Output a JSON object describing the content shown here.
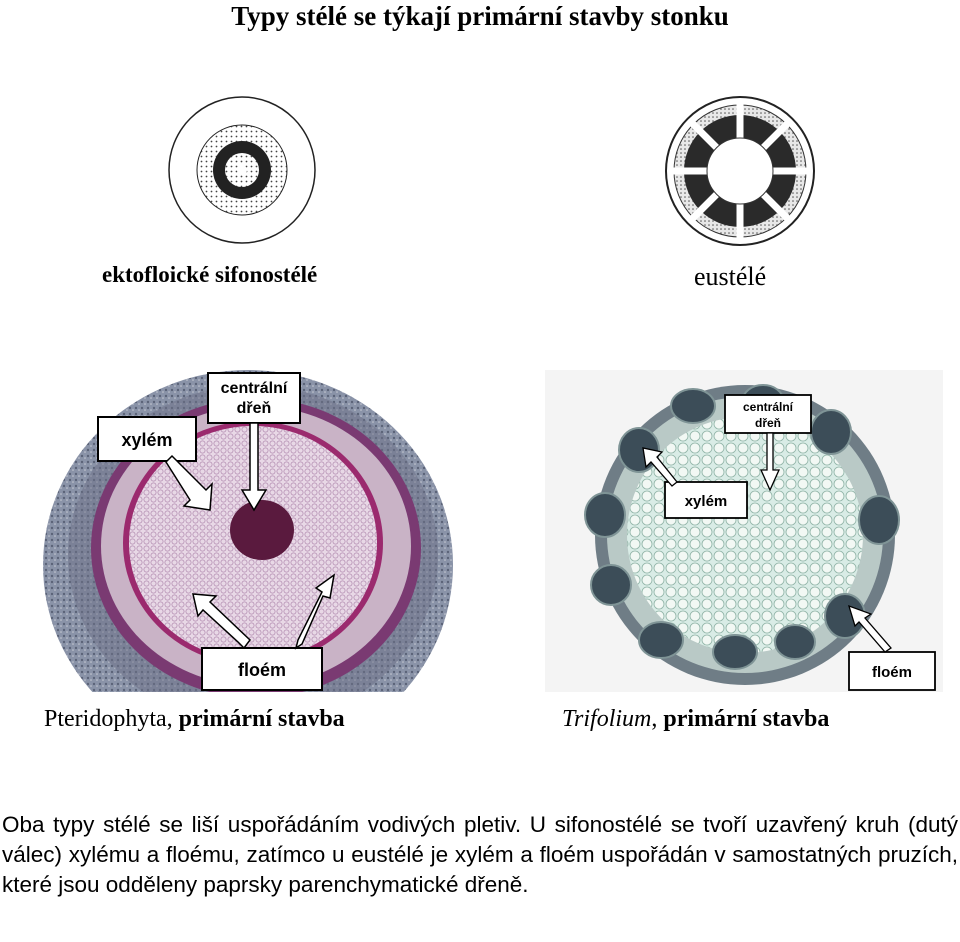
{
  "title": "Typy stélé se týkají primární stavby stonku",
  "diagrams": {
    "left_label": "ektofloické sifonostélé",
    "right_label": "eustélé"
  },
  "micrographs": {
    "left": {
      "caption_normal": "Pteridophyta, ",
      "caption_bold": "primární stavba",
      "labels": {
        "xylem": "xylém",
        "pith_line1": "centrální",
        "pith_line2": "dřeň",
        "phloem": "floém"
      }
    },
    "right": {
      "caption_italic": "Trifolium",
      "caption_normal": ", ",
      "caption_bold": "primární stavba",
      "labels": {
        "xylem": "xylém",
        "pith_line1": "centrální",
        "pith_line2": "dřeň",
        "phloem": "floém"
      }
    }
  },
  "paragraph": "Oba typy stélé se liší uspořádáním vodivých pletiv. U sifonostélé se tvoří uzavřený kruh (dutý válec) xylému a floému, zatímco u eustélé je xylém a floém uspořádán v samostatných pruzích, které jsou odděleny paprsky parenchymatické dřeně."
}
